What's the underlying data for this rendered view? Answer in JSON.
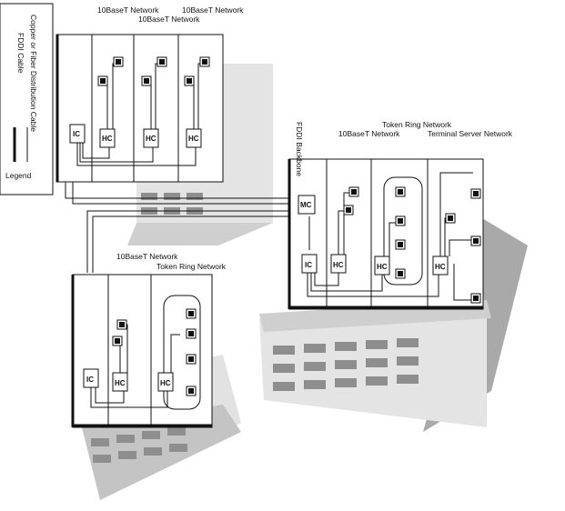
{
  "legend": {
    "title": "Legend",
    "items": [
      {
        "label": "FDDI Cable",
        "style": "thick"
      },
      {
        "label": "Copper or Fiber Distribution Cable",
        "style": "thin"
      }
    ]
  },
  "labels": {
    "ic": "IC",
    "hc": "HC",
    "mc": "MC",
    "backbone": "FDDI Backbone",
    "ethernet_10base": "10BaseT Network",
    "token_ring": "Token Ring Network",
    "terminal": "Terminal Server Network"
  },
  "colors": {
    "line": "#111111",
    "building_light": "#e4e4e4",
    "building_mid": "#cfcfcf",
    "building_dark": "#a9a9a9",
    "window": "#8e8e8e"
  }
}
